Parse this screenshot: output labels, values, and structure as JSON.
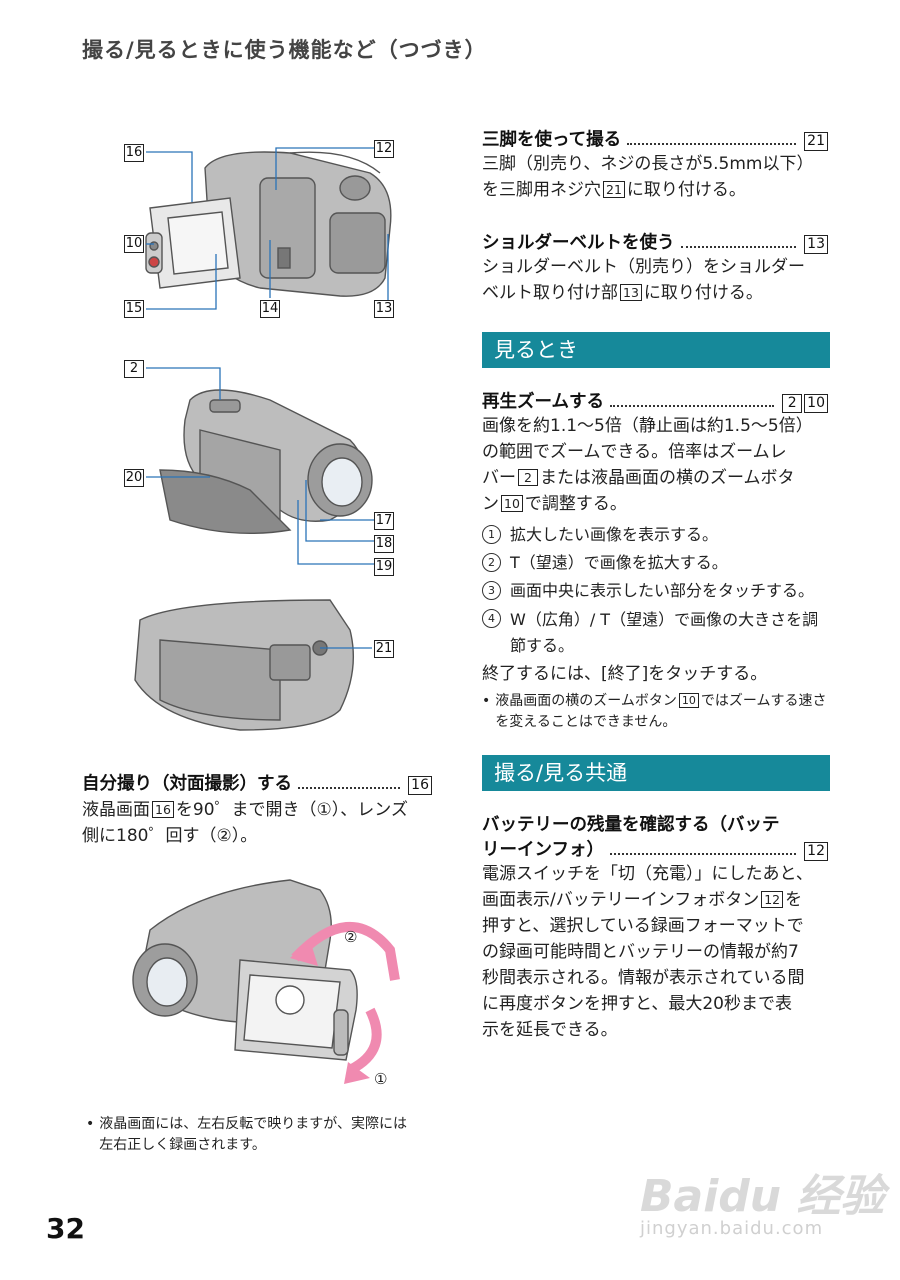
{
  "header": "撮る/見るときに使う機能など（つづき）",
  "page_number": "32",
  "figure_labels": {
    "f1": [
      "16",
      "12",
      "10",
      "15",
      "14",
      "13"
    ],
    "f2": [
      "2",
      "20",
      "17",
      "18",
      "19"
    ],
    "f3": [
      "21"
    ],
    "f4": [
      "②",
      "①"
    ]
  },
  "left": {
    "self_title": "自分撮り（対面撮影）する",
    "self_ref": "16",
    "self_body_1": "液晶画面",
    "self_body_1b": "を90゜まで開き（①）、レンズ",
    "self_body_2": "側に180゜回す（②）。",
    "self_note": "液晶画面には、左右反転で映りますが、実際には左右正しく録画されます。"
  },
  "right": {
    "tripod_title": "三脚を使って撮る",
    "tripod_ref": "21",
    "tripod_body_1": "三脚（別売り、ネジの長さが5.5mm以下）",
    "tripod_body_2a": "を三脚用ネジ穴",
    "tripod_body_2b": "に取り付ける。",
    "strap_title": "ショルダーベルトを使う",
    "strap_ref": "13",
    "strap_body_1": "ショルダーベルト（別売り）をショルダー",
    "strap_body_2a": "ベルト取り付け部",
    "strap_body_2b": "に取り付ける。",
    "section1": "見るとき",
    "zoom_title": "再生ズームする",
    "zoom_ref1": "2",
    "zoom_ref2": "10",
    "zoom_body_1": "画像を約1.1～5倍（静止画は約1.5～5倍）",
    "zoom_body_2": "の範囲でズームできる。倍率はズームレ",
    "zoom_body_3a": "バー",
    "zoom_body_3b": "または液晶画面の横のズームボタ",
    "zoom_body_4a": "ン",
    "zoom_body_4b": "で調整する。",
    "steps": [
      {
        "n": "1",
        "t": "拡大したい画像を表示する。"
      },
      {
        "n": "2",
        "t": "T（望遠）で画像を拡大する。"
      },
      {
        "n": "3",
        "t": "画面中央に表示したい部分をタッチする。"
      },
      {
        "n": "4",
        "t": "W（広角）/ T（望遠）で画像の大きさを調節する。"
      }
    ],
    "zoom_end": "終了するには、[終了]をタッチする。",
    "zoom_note_a": "液晶画面の横のズームボタン",
    "zoom_note_ref": "10",
    "zoom_note_b": "ではズームする速さを変えることはできません。",
    "section2": "撮る/見る共通",
    "battery_title_1": "バッテリーの残量を確認する（バッテ",
    "battery_title_2": "リーインフォ）",
    "battery_ref": "12",
    "battery_body_1": "電源スイッチを「切（充電）」にしたあと、",
    "battery_body_2a": "画面表示/バッテリーインフォボタン",
    "battery_body_2b": "を",
    "battery_body_3": "押すと、選択している録画フォーマットで",
    "battery_body_4": "の録画可能時間とバッテリーの情報が約7",
    "battery_body_5": "秒間表示される。情報が表示されている間",
    "battery_body_6": "に再度ボタンを押すと、最大20秒まで表",
    "battery_body_7": "示を延長できる。"
  },
  "watermark": {
    "logo": "Baidu 经验",
    "url": "jingyan.baidu.com"
  }
}
